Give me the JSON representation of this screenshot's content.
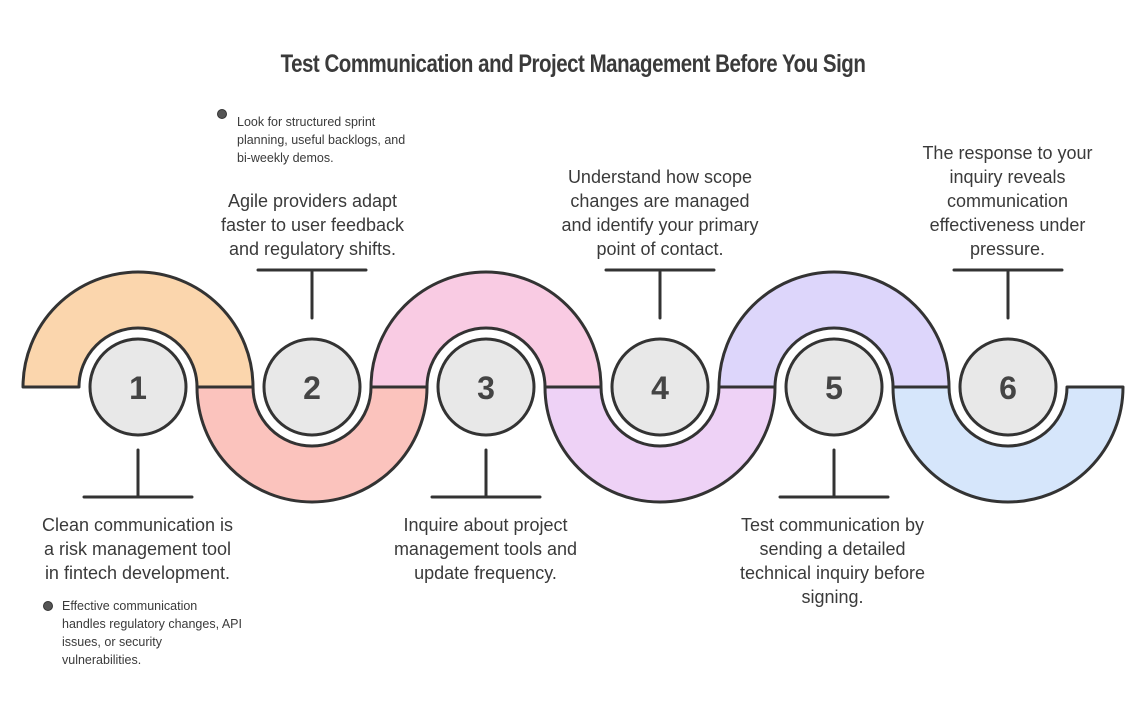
{
  "title": "Test Communication and Project Management Before You Sign",
  "steps": [
    {
      "number": "1",
      "text": "Clean communication is a risk management tool in fintech development.",
      "color": "#fbd6ad"
    },
    {
      "number": "2",
      "text": "Agile providers adapt faster to user feedback and regulatory shifts.",
      "color": "#fbc3bd"
    },
    {
      "number": "3",
      "text": "Inquire about project management tools and update frequency.",
      "color": "#f9cbe3"
    },
    {
      "number": "4",
      "text": "Understand how scope changes are managed and identify your primary point of contact.",
      "color": "#eed2f6"
    },
    {
      "number": "5",
      "text": "Test communication by sending a detailed technical inquiry before signing.",
      "color": "#ddd6fb"
    },
    {
      "number": "6",
      "text": "The response to your inquiry reveals communication effectiveness under pressure.",
      "color": "#d6e6fb"
    }
  ],
  "notes": {
    "step1": "Effective communication handles regulatory changes, API issues, or security vulnerabilities.",
    "step2": "Look for structured sprint planning, useful backlogs, and bi-weekly demos."
  },
  "colors": {
    "stroke": "#333333",
    "circle_fill": "#e8e8e8",
    "text": "#3a3a3a"
  }
}
